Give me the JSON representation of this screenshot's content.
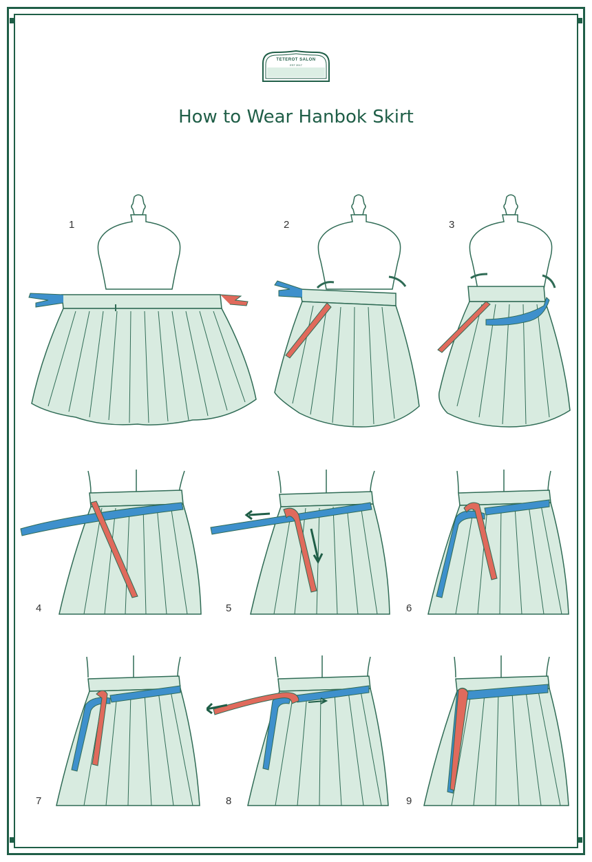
{
  "logo": {
    "brand": "TETEROT SALON",
    "est": "EST 2017"
  },
  "title": "How to Wear Hanbok Skirt",
  "steps": [
    {
      "num": "1"
    },
    {
      "num": "2"
    },
    {
      "num": "3"
    },
    {
      "num": "4"
    },
    {
      "num": "5"
    },
    {
      "num": "6"
    },
    {
      "num": "7"
    },
    {
      "num": "8"
    },
    {
      "num": "9"
    }
  ],
  "colors": {
    "frame": "#1f5e47",
    "skirt_fill": "#d8ebe0",
    "line": "#2f6b55",
    "blue_tie": "#3e90cc",
    "red_tie": "#e06a5c"
  }
}
